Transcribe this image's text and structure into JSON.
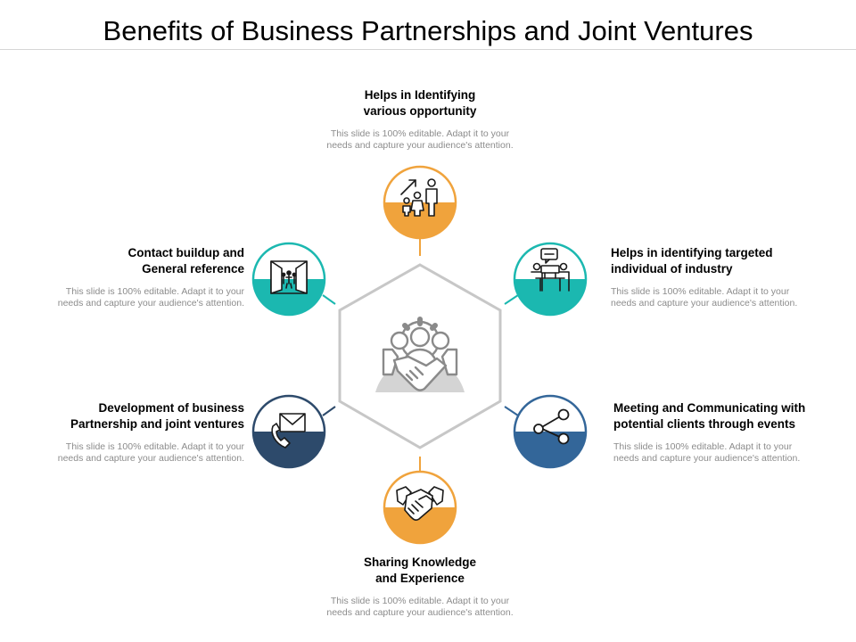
{
  "title": "Benefits of Business Partnerships and Joint Ventures",
  "colors": {
    "orange": "#f0a33c",
    "teal": "#1bb8b0",
    "navy": "#2d4a6b",
    "blue": "#336699",
    "hexagon": "#c7c7c7",
    "center_icon": "#9a9a9a",
    "description": "#8c8c8c"
  },
  "center": {
    "icon": "gear-people-handshake-icon"
  },
  "benefits": [
    {
      "heading_1": "Helps in Identifying",
      "heading_2": "various opportunity",
      "desc_1": "This slide is 100% editable. Adapt it to your",
      "desc_2": "needs and capture your audience's attention.",
      "icon": "growth-family-icon",
      "color": "#f0a33c"
    },
    {
      "heading_1": "Helps in identifying targeted",
      "heading_2": "individual of industry",
      "desc_1": "This slide is 100% editable. Adapt it to your",
      "desc_2": "needs and capture your audience's attention.",
      "icon": "meeting-table-icon",
      "color": "#1bb8b0"
    },
    {
      "heading_1": "Meeting and Communicating with",
      "heading_2": "potential clients through events",
      "desc_1": "This slide is 100% editable. Adapt it to your",
      "desc_2": "needs and capture your audience's attention.",
      "icon": "network-nodes-icon",
      "color": "#336699"
    },
    {
      "heading_1": "Sharing Knowledge",
      "heading_2": "and Experience",
      "desc_1": "This slide is 100% editable. Adapt it to your",
      "desc_2": "needs and capture your audience's attention.",
      "icon": "handshake-icon",
      "color": "#f0a33c"
    },
    {
      "heading_1": "Development of business",
      "heading_2": "Partnership and joint ventures",
      "desc_1": "This slide is 100% editable. Adapt it to your",
      "desc_2": "needs and capture your audience's attention.",
      "icon": "mail-phone-icon",
      "color": "#2d4a6b"
    },
    {
      "heading_1": "Contact buildup and",
      "heading_2": "General reference",
      "desc_1": "This slide is 100% editable. Adapt it to your",
      "desc_2": "needs and capture your audience's attention.",
      "icon": "open-doors-icon",
      "color": "#1bb8b0"
    }
  ]
}
